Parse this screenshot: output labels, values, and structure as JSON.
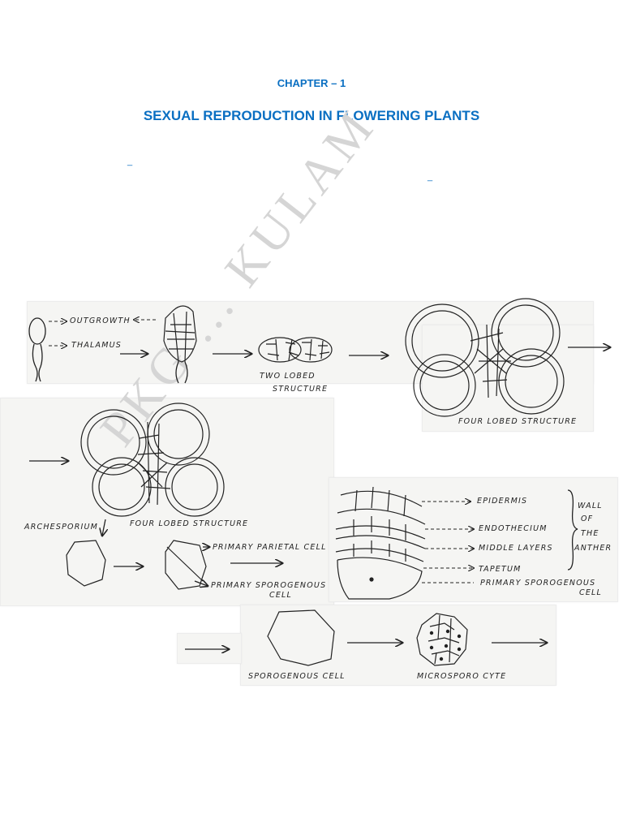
{
  "header": {
    "chapter": "CHAPTER – 1",
    "title": "SEXUAL REPRODUCTION IN FLOWERING PLANTS",
    "dash_a": "_",
    "dash_b": "_"
  },
  "watermark": "PKG ... KULAM",
  "diagram": {
    "outgrowth": "OUTGROWTH",
    "thalamus": "THALAMUS",
    "two_lobed": [
      "TWO LOBED",
      "STRUCTURE"
    ],
    "four_lobed": "FOUR LOBED STRUCTURE",
    "four_lobed_2": "FOUR LOBED STRUCTURE",
    "archesporium": "ARCHESPORIUM",
    "primary_parietal": "PRIMARY PARIETAL CELL",
    "primary_sporogenous": [
      "PRIMARY SPOROGENOUS",
      "CELL"
    ],
    "epidermis": "EPIDERMIS",
    "endothecium": "ENDOTHECIUM",
    "middle_layers": "MIDDLE LAYERS",
    "tapetum": "TAPETUM",
    "primary_sporogenous_2": [
      "PRIMARY SPOROGENOUS",
      "CELL"
    ],
    "wall_of_anther": [
      "WALL",
      "OF",
      "THE",
      "ANTHER"
    ],
    "sporogenous_cell": "SPOROGENOUS CELL",
    "microspore_cyte": "MICROSPORO CYTE"
  },
  "colors": {
    "heading": "#0a6fc2",
    "ink": "#222222",
    "watermark": "#d5d5d5"
  }
}
